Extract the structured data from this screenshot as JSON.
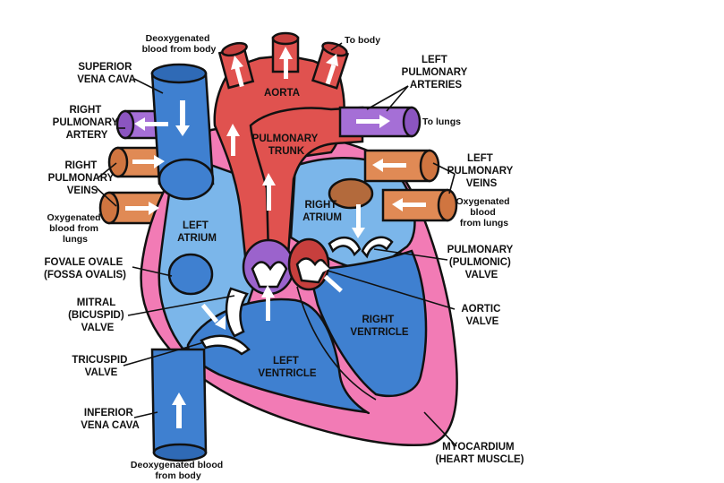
{
  "colors": {
    "aorta_red": "#e0524f",
    "pulmonary_purple": "#a56fd6",
    "vein_orange": "#e08a55",
    "vena_cava_blue": "#3f80d0",
    "chamber_light_blue": "#7bb6ea",
    "ventricle_blue": "#3f80d0",
    "myocardium_pink": "#f27bb5",
    "outline": "#111111"
  },
  "labels": {
    "deoxy_top": [
      "Deoxygenated",
      "blood from body"
    ],
    "to_body": "To body",
    "superior_vena_cava": [
      "SUPERIOR",
      "VENA CAVA"
    ],
    "aorta": "AORTA",
    "left_pulmonary_arteries": [
      "LEFT",
      "PULMONARY",
      "ARTERIES"
    ],
    "right_pulmonary_artery": [
      "RIGHT",
      "PULMONARY",
      "ARTERY"
    ],
    "to_lungs": "To lungs",
    "pulmonary_trunk": [
      "PULMONARY",
      "TRUNK"
    ],
    "left_pulmonary_veins": [
      "LEFT",
      "PULMONARY",
      "VEINS"
    ],
    "right_pulmonary_veins": [
      "RIGHT",
      "PULMONARY",
      "VEINS"
    ],
    "oxy_right": [
      "Oxygenated",
      "blood",
      "from lungs"
    ],
    "oxy_left": [
      "Oxygenated",
      "blood from",
      "lungs"
    ],
    "right_atrium": [
      "RIGHT",
      "ATRIUM"
    ],
    "left_atrium": [
      "LEFT",
      "ATRIUM"
    ],
    "fovale_ovale": [
      "FOVALE OVALE",
      "(FOSSA OVALIS)"
    ],
    "pulmonary_valve": [
      "PULMONARY",
      "(PULMONIC)",
      "VALVE"
    ],
    "mitral_valve": [
      "MITRAL",
      "(BICUSPID)",
      "VALVE"
    ],
    "aortic_valve": [
      "AORTIC",
      "VALVE"
    ],
    "right_ventricle": [
      "RIGHT",
      "VENTRICLE"
    ],
    "tricuspid_valve": [
      "TRICUSPID",
      "VALVE"
    ],
    "left_ventricle": [
      "LEFT",
      "VENTRICLE"
    ],
    "inferior_vena_cava": [
      "INFERIOR",
      "VENA CAVA"
    ],
    "myocardium": [
      "MYOCARDIUM",
      "(HEART MUSCLE)"
    ],
    "deoxy_bottom": [
      "Deoxygenated blood",
      "from body"
    ]
  }
}
